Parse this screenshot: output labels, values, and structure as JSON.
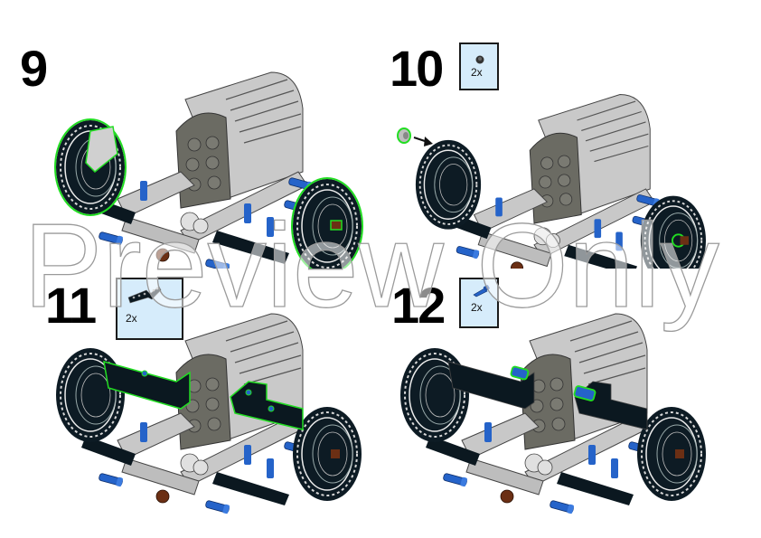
{
  "page": {
    "type": "building-instructions",
    "colors": {
      "background": "#ffffff",
      "parts_box_fill": "#d6ecfb",
      "highlight_outline": "#22dd22",
      "tire": "#0d1b24",
      "light_gray": "#c8c8c8",
      "dark_gray": "#6b6b63",
      "blue_pin": "#2563c9",
      "brown_pin": "#6b2f14",
      "black_beam": "#0b1820"
    }
  },
  "steps": [
    {
      "number": "9",
      "parts": [],
      "highlighted": "wheels and left hub assembly"
    },
    {
      "number": "10",
      "parts": [
        {
          "icon": "bush-icon",
          "qty": "2x"
        }
      ],
      "highlighted": "bush added to wheel axles"
    },
    {
      "number": "11",
      "parts": [
        {
          "icon": "l-beam-icon",
          "qty": "2x"
        }
      ],
      "highlighted": "two black L-shaped beams"
    },
    {
      "number": "12",
      "parts": [
        {
          "icon": "blue-axle-pin-icon",
          "qty": "2x"
        }
      ],
      "highlighted": "two blue axle pins on motor"
    }
  ],
  "watermark": {
    "text": "Preview Only"
  }
}
